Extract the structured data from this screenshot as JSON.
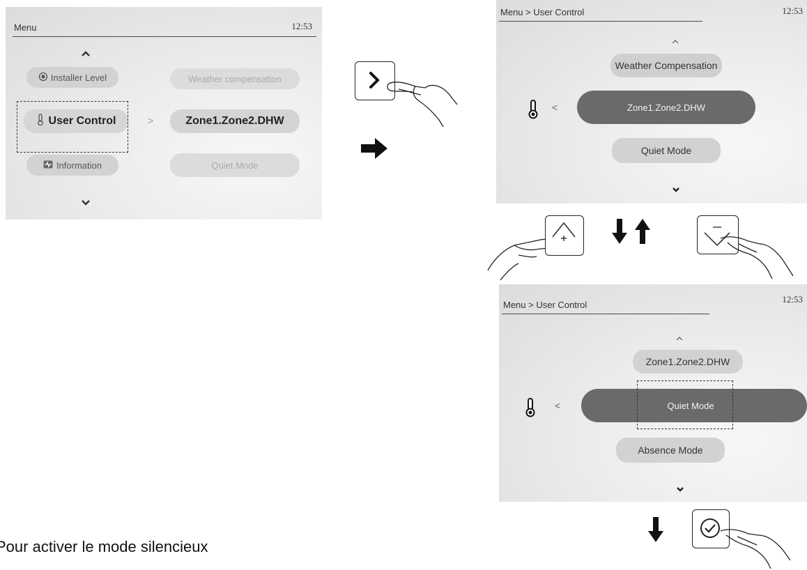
{
  "screen1": {
    "breadcrumb": "Menu",
    "time": "12:53",
    "left_menu": [
      "Installer Level",
      "User Control",
      "Information"
    ],
    "right_menu": [
      "Weather compensation",
      "Zone1.Zone2.DHW",
      "Quiet Mode"
    ],
    "separator": ">"
  },
  "screen2": {
    "breadcrumb": "Menu > User Control",
    "time": "12:53",
    "items": [
      "Weather Compensation",
      "Zone1.Zone2.DHW",
      "Quiet Mode"
    ],
    "back_glyph": "<"
  },
  "screen3": {
    "breadcrumb": "Menu > User Control",
    "time": "12:53",
    "items": [
      "Zone1.Zone2.DHW",
      "Quiet Mode",
      "Absence Mode"
    ],
    "back_glyph": "<"
  },
  "caption": "Pour activer le mode silencieux",
  "icons": {
    "menu_up": "chevron-up-icon",
    "menu_down": "chevron-down-icon",
    "right_key": "right-arrow-key-icon",
    "up_key": "up-key-icon",
    "down_key": "down-key-icon",
    "confirm_key": "confirm-check-key-icon"
  }
}
